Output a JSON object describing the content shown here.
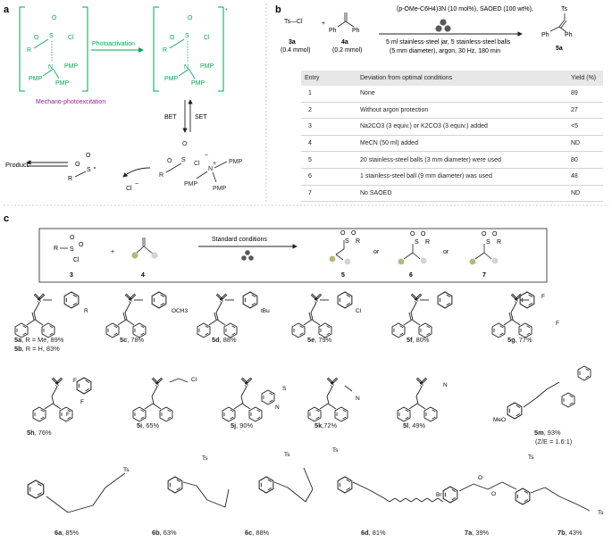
{
  "panels": {
    "a": "a",
    "b": "b",
    "c": "c"
  },
  "panel_a": {
    "r": "R",
    "s": "S",
    "o": "O",
    "cl": "Cl",
    "n": "N",
    "pmp": "PMP",
    "photoactivation": "Photoactivation",
    "mechano": "Mechano-photoexcitation",
    "bet": "BET",
    "set": "SET",
    "product": "Product",
    "cl_minus": "Cl",
    "star": "*",
    "minus": "−",
    "plus": "+"
  },
  "panel_b": {
    "ts_cl": "Ts—Cl",
    "plus": "+",
    "ph": "Ph",
    "ts": "Ts",
    "cond_top": "(p-OMe-C6H4)3N (10 mol%), SAOED (100 wt%),",
    "cond_b1": "5 ml stainless-steel jar, 5 stainless-steel balls",
    "cond_b2": "(5 mm diameter), argon, 30 Hz, 180 min",
    "r1": "3a",
    "r1_amt": "(0.4 mmol)",
    "r2": "4a",
    "r2_amt": "(0.2 mmol)",
    "prod": "5a",
    "table": {
      "headers": [
        "Entry",
        "Deviation from optimal conditions",
        "Yield (%)"
      ],
      "rows": [
        [
          "1",
          "None",
          "89"
        ],
        [
          "2",
          "Without argon protection",
          "27"
        ],
        [
          "3",
          "Na2CO3 (3 equiv.) or K2CO3 (3 equiv.) added",
          "<5"
        ],
        [
          "4",
          "MeCN (50 ml)  added",
          "ND"
        ],
        [
          "5",
          "20 stainless-steel balls (3 mm diameter) were used",
          "80"
        ],
        [
          "6",
          "1 stainless-steel ball (9 mm diameter) was used",
          "48"
        ],
        [
          "7",
          "No SAOED",
          "ND"
        ]
      ]
    }
  },
  "panel_c": {
    "scheme": {
      "n3": "3",
      "n4": "4",
      "n5": "5",
      "n6": "6",
      "n7": "7",
      "std": "Standard conditions",
      "or": "or",
      "plus": "+",
      "r": "R",
      "cl": "Cl"
    },
    "subs": {
      "me": "R",
      "och3": "OCH3",
      "tbu": "tBu",
      "cl": "Cl",
      "f": "F",
      "n": "N",
      "s": "S",
      "ts": "Ts",
      "br": "Br",
      "meo": "MeO",
      "o": "O"
    },
    "captions": {
      "5a": {
        "id": "5a",
        "text": ", R = Me,  89%"
      },
      "5b": {
        "id": "5b",
        "text": ", R = H,    83%"
      },
      "5c": {
        "id": "5c",
        "text": ", 78%"
      },
      "5d": {
        "id": "5d",
        "text": ", 88%"
      },
      "5e": {
        "id": "5e",
        "text": ", 79%"
      },
      "5f": {
        "id": "5f",
        "text": ", 80%"
      },
      "5g": {
        "id": "5g",
        "text": ", 77%"
      },
      "5h": {
        "id": "5h",
        "text": ", 76%"
      },
      "5i": {
        "id": "5i",
        "text": ", 65%"
      },
      "5j": {
        "id": "5j",
        "text": ", 90%"
      },
      "5k": {
        "id": "5k",
        "text": ",72%"
      },
      "5l": {
        "id": "5l",
        "text": ", 49%"
      },
      "5m": {
        "id": "5m",
        "text": ", 93%",
        "note": "(Z/E = 1.6:1)"
      },
      "6a": {
        "id": "6a",
        "text": ", 85%"
      },
      "6b": {
        "id": "6b",
        "text": ", 63%"
      },
      "6c": {
        "id": "6c",
        "text": ", 88%"
      },
      "6d": {
        "id": "6d",
        "text": ", 81%"
      },
      "7a": {
        "id": "7a",
        "text": ", 39%"
      },
      "7b": {
        "id": "7b",
        "text": ", 43%"
      }
    }
  },
  "colors": {
    "green": "#00a651",
    "purple": "#92278f",
    "ink": "#231f20",
    "gray": "#808285",
    "olive": "#b5b87a"
  }
}
